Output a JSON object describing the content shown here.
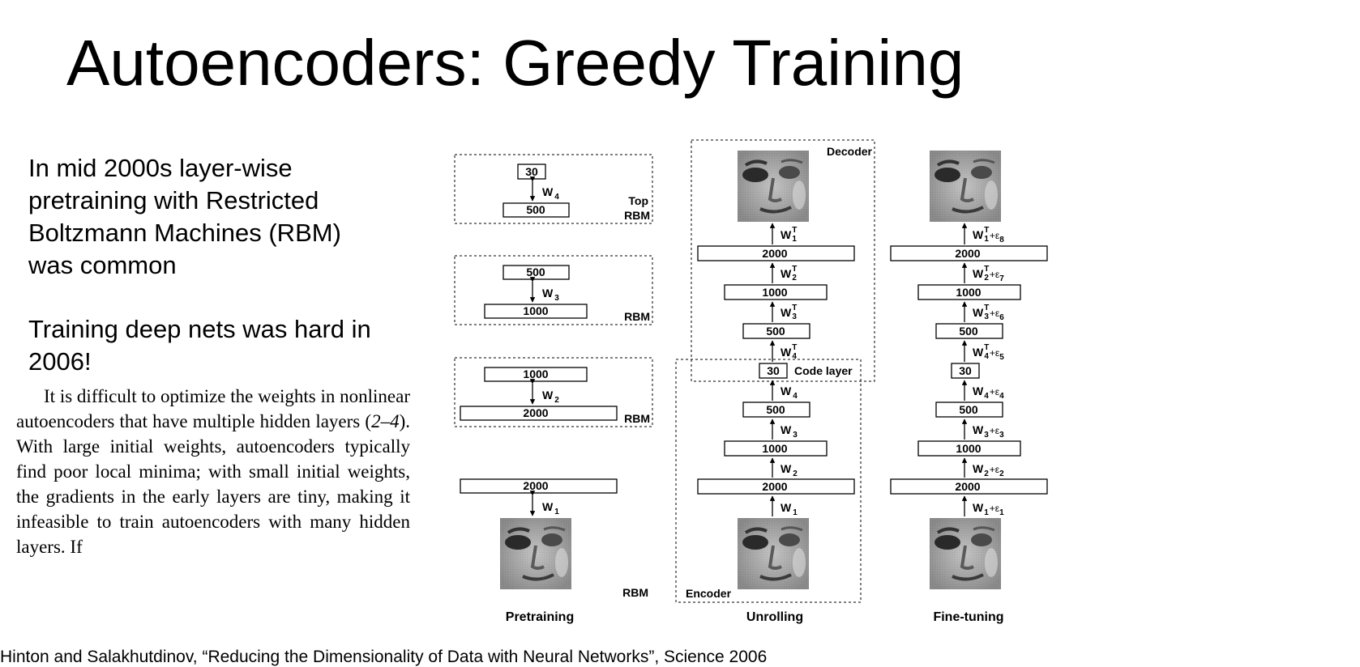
{
  "slide": {
    "title": "Autoencoders: Greedy Training",
    "bullets": [
      "In mid 2000s layer-wise pretraining with Restricted Boltzmann Machines (RBM) was common",
      "Training deep nets was hard in 2006!"
    ],
    "excerpt": {
      "part1": "It is difficult to optimize the weights in nonlinear autoencoders that have multiple hidden layers (",
      "ref": "2–4",
      "part2": "). With large initial weights, autoencoders typically find poor local minima; with small initial weights, the gradients in the early layers are tiny, making it infeasible to train autoencoders with many hidden layers. If"
    },
    "citation": "Hinton and Salakhutdinov, “Reducing the Dimensionality of Data with Neural Networks”, Science 2006"
  },
  "diagram": {
    "sections": {
      "pretraining": "Pretraining",
      "unrolling": "Unrolling",
      "finetuning": "Fine-tuning"
    },
    "labels": {
      "top_rbm_line1": "Top",
      "top_rbm_line2": "RBM",
      "rbm": "RBM",
      "decoder": "Decoder",
      "encoder": "Encoder",
      "code_layer": "Code layer"
    },
    "pretraining": {
      "rbm4": {
        "top": "30",
        "bottom": "500",
        "weight": "W",
        "sub": "4"
      },
      "rbm3": {
        "top": "500",
        "bottom": "1000",
        "weight": "W",
        "sub": "3"
      },
      "rbm2": {
        "top": "1000",
        "bottom": "2000",
        "weight": "W",
        "sub": "2"
      },
      "rbm1": {
        "top": "2000",
        "weight": "W",
        "sub": "1"
      }
    },
    "unrolling": {
      "layers": [
        "2000",
        "1000",
        "500",
        "30",
        "500",
        "1000",
        "2000"
      ],
      "decoder_weights": [
        {
          "w": "W",
          "sub": "1",
          "sup": "T"
        },
        {
          "w": "W",
          "sub": "2",
          "sup": "T"
        },
        {
          "w": "W",
          "sub": "3",
          "sup": "T"
        },
        {
          "w": "W",
          "sub": "4",
          "sup": "T"
        }
      ],
      "encoder_weights": [
        {
          "w": "W",
          "sub": "4"
        },
        {
          "w": "W",
          "sub": "3"
        },
        {
          "w": "W",
          "sub": "2"
        },
        {
          "w": "W",
          "sub": "1"
        }
      ]
    },
    "finetuning": {
      "layers": [
        "2000",
        "1000",
        "500",
        "30",
        "500",
        "1000",
        "2000"
      ],
      "decoder_weights": [
        {
          "w": "W",
          "sub": "1",
          "sup": "T",
          "eps": "+ε",
          "esub": "8"
        },
        {
          "w": "W",
          "sub": "2",
          "sup": "T",
          "eps": "+ε",
          "esub": "7"
        },
        {
          "w": "W",
          "sub": "3",
          "sup": "T",
          "eps": "+ε",
          "esub": "6"
        },
        {
          "w": "W",
          "sub": "4",
          "sup": "T",
          "eps": "+ε",
          "esub": "5"
        }
      ],
      "encoder_weights": [
        {
          "w": "W",
          "sub": "4",
          "eps": "+ε",
          "esub": "4"
        },
        {
          "w": "W",
          "sub": "3",
          "eps": "+ε",
          "esub": "3"
        },
        {
          "w": "W",
          "sub": "2",
          "eps": "+ε",
          "esub": "2"
        },
        {
          "w": "W",
          "sub": "1",
          "eps": "+ε",
          "esub": "1"
        }
      ]
    }
  }
}
